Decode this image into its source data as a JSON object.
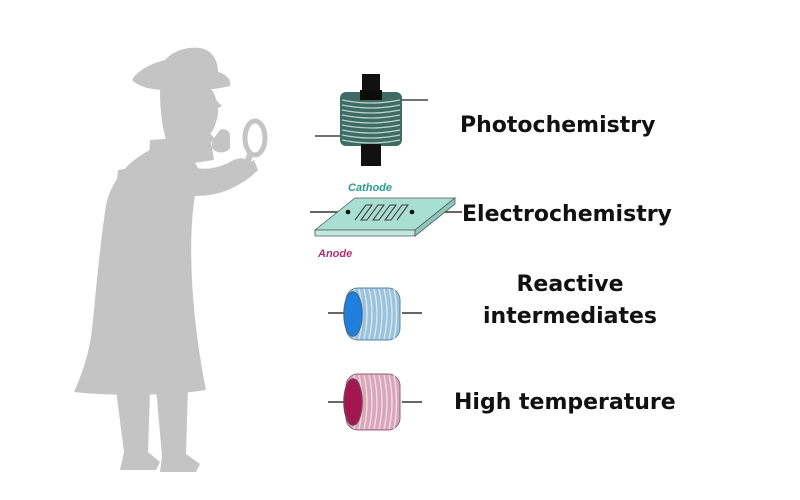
{
  "labels": {
    "photochemistry": "Photochemistry",
    "electrochemistry": "Electrochemistry",
    "reactive_line1": "Reactive",
    "reactive_line2": "intermediates",
    "high_temperature": "High temperature",
    "cathode": "Cathode",
    "anode": "Anode"
  },
  "icons": {
    "detective": "detective-silhouette-icon",
    "photo": "photoreactor-coil-icon",
    "electro": "electrochemical-flow-cell-icon",
    "reactive": "cooled-coil-reactor-icon",
    "heat": "heated-coil-reactor-icon"
  },
  "colors": {
    "silhouette": "#c4c4c4",
    "photo_coil": "#3f6b64",
    "electro_plate": "#a9ded3",
    "cathode_text": "#2a9d8f",
    "anode_text": "#b0306a",
    "reactive_coil": "#9dc3dc",
    "reactive_core": "#1e7fdc",
    "heat_coil": "#d9a7b9",
    "heat_core": "#a3164f"
  }
}
